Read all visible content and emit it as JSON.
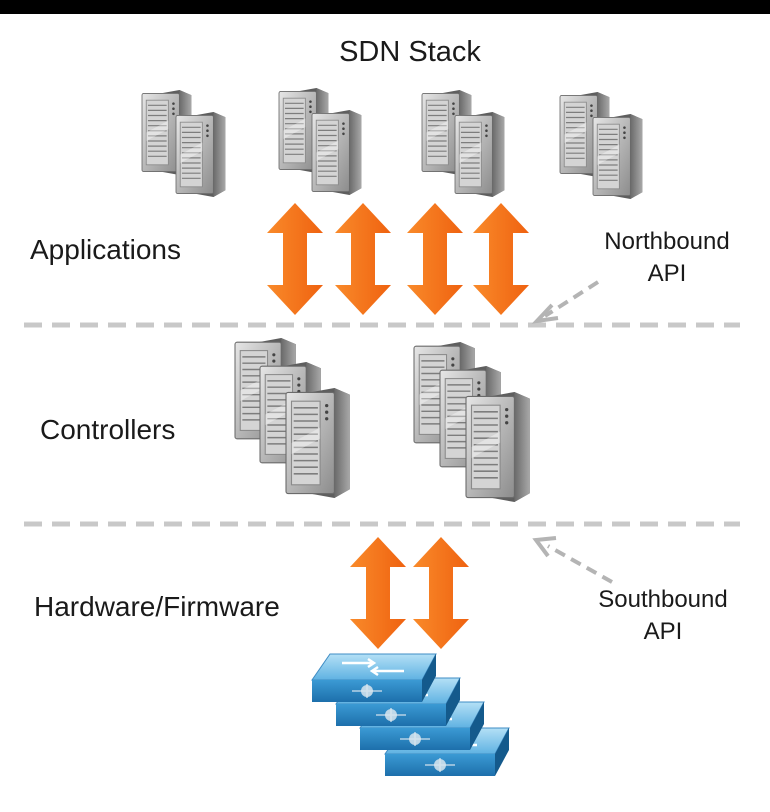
{
  "diagram": {
    "title": "SDN Stack",
    "layers": {
      "applications": "Applications",
      "controllers": "Controllers",
      "hardware": "Hardware/Firmware"
    },
    "northbound": {
      "line1": "Northbound",
      "line2": "API"
    },
    "southbound": {
      "line1": "Southbound",
      "line2": "API"
    }
  },
  "colors": {
    "arrow": "#f7731a",
    "separator": "#c8c8c8",
    "switch_top": "#9cd3f0",
    "switch_side": "#1f78b8",
    "server_front": "#bdbdbd",
    "server_side": "#7a7a7a"
  },
  "icons": {
    "application_servers": "server-pair-icon",
    "controller_servers": "server-stack-icon",
    "switches": "network-switch-icon",
    "api_pointer": "dashed-arrow-icon"
  }
}
